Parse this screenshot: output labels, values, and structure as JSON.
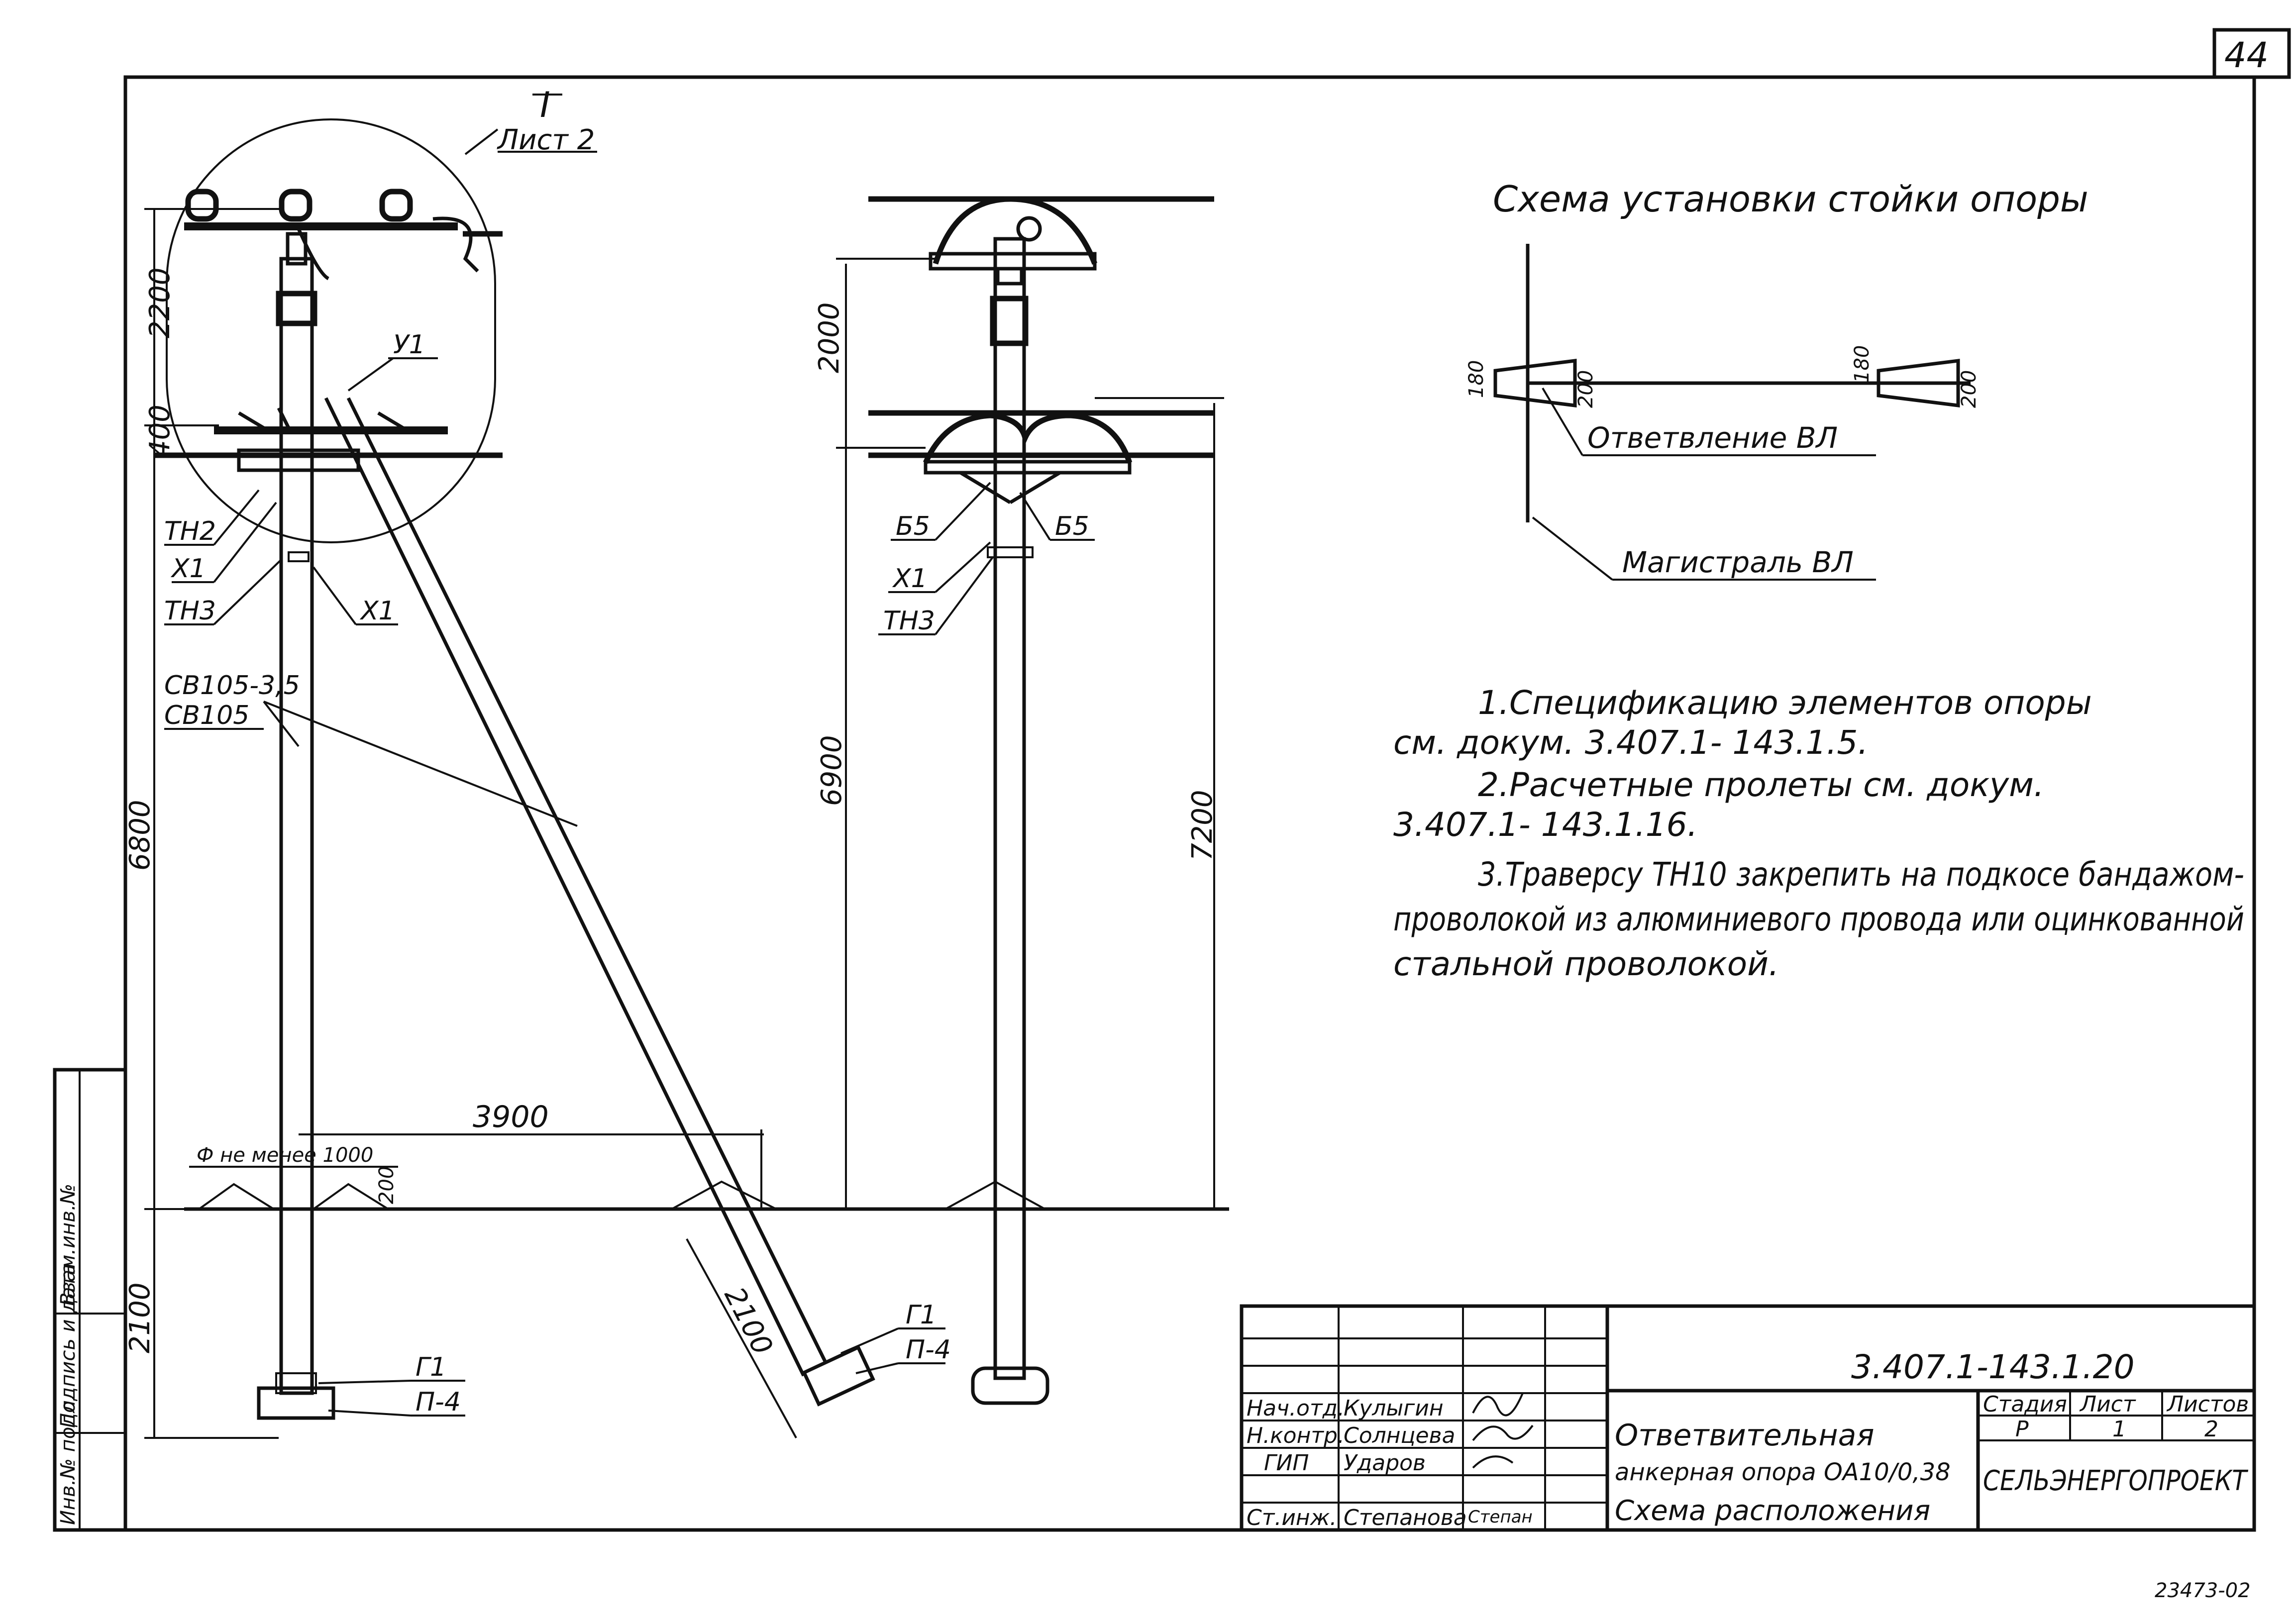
{
  "sheet": {
    "page_number": "44",
    "bottom_right_code": "23473-02"
  },
  "side_stamp": {
    "col1": "Инв.№ подл.",
    "col2": "Подпись и дата",
    "col3": "Взам.инв.№"
  },
  "view_left": {
    "callout_roman": "I",
    "callout_sheet": "Лист 2",
    "labels": {
      "u1": "У1",
      "tn2": "ТН2",
      "x1a": "Х1",
      "tn3": "ТН3",
      "x1b": "Х1",
      "sv1": "СВ105-3,5",
      "sv2": "СВ105",
      "g1a": "Г1",
      "p4a": "П-4",
      "g1b": "Г1",
      "p4b": "П-4",
      "fi": "Ф не менее 1000"
    },
    "dims": {
      "d2200": "2200",
      "d400": "400",
      "d6800": "6800",
      "d2100": "2100",
      "d3900": "3900",
      "d200": "200",
      "d2100s": "2100"
    }
  },
  "view_right": {
    "labels": {
      "b5a": "Б5",
      "b5b": "Б5",
      "x1": "Х1",
      "tn3": "ТН3"
    },
    "dims": {
      "d2000": "2000",
      "d6900": "6900",
      "d7200": "7200"
    }
  },
  "scheme": {
    "title": "Схема установки стойки опоры",
    "dim180a": "180",
    "dim200a": "200",
    "dim180b": "180",
    "dim200b": "200",
    "branch_label": "Ответвление ВЛ",
    "main_label": "Магистраль ВЛ"
  },
  "notes": {
    "n1a": "1.Спецификацию элементов опоры",
    "n1b": "см. докум. 3.407.1- 143.1.5.",
    "n2a": "2.Расчетные пролеты см. докум.",
    "n2b": "3.407.1- 143.1.16.",
    "n3a": "3.Траверсу ТН10 закрепить на подкосе бандажом-",
    "n3b": "проволокой из алюминиевого провода или оцинкованной",
    "n3c": "стальной проволокой."
  },
  "title_block": {
    "doc_code": "3.407.1-143.1.20",
    "roles": [
      "Нач.отд.",
      "Н.контр.",
      "ГИП",
      "Ст.инж."
    ],
    "names": [
      "Кулыгин",
      "Солнцева",
      "Ударов",
      "Степанова"
    ],
    "signature_last": "Степан",
    "title_line1": "Ответвительная",
    "title_line2": "анкерная опора ОА10/0,38",
    "title_line3": "Схема расположения",
    "stage_header": "Стадия",
    "sheet_header": "Лист",
    "sheets_header": "Листов",
    "stage_value": "Р",
    "sheet_value": "1",
    "sheets_value": "2",
    "organization": "СЕЛЬЭНЕРГОПРОЕКТ"
  }
}
